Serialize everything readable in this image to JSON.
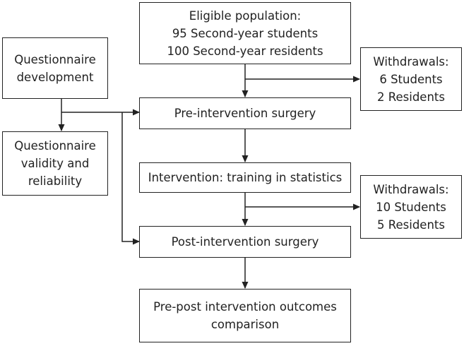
{
  "boxes": {
    "eligible": {
      "title": "Eligible population:",
      "line2": "95 Second-year students",
      "line3": "100 Second-year residents"
    },
    "questionnaire_dev": {
      "line1": "Questionnaire",
      "line2": "development"
    },
    "withdrawals_1": {
      "title": "Withdrawals:",
      "line2": "6 Students",
      "line3": "2 Residents"
    },
    "pre_survey": {
      "label": "Pre-intervention surgery"
    },
    "questionnaire_validity": {
      "line1": "Questionnaire",
      "line2": "validity and",
      "line3": "reliability"
    },
    "intervention": {
      "label": "Intervention: training in statistics"
    },
    "withdrawals_2": {
      "title": "Withdrawals:",
      "line2": "10 Students",
      "line3": "5 Residents"
    },
    "post_survey": {
      "label": "Post-intervention surgery"
    },
    "comparison": {
      "line1": "Pre-post intervention outcomes",
      "line2": "comparison"
    }
  },
  "colors": {
    "stroke": "#222222",
    "background": "#ffffff",
    "text": "#222222"
  }
}
